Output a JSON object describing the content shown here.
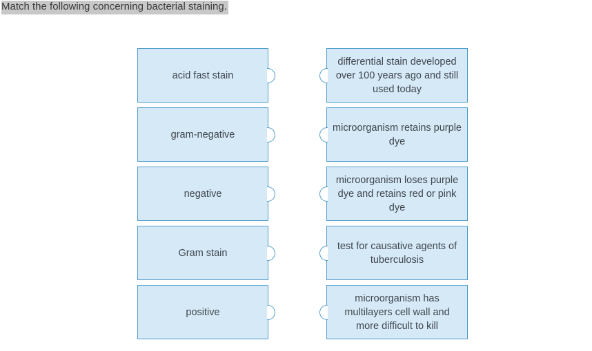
{
  "page": {
    "title": "Match the following concerning bacterial staining."
  },
  "colors": {
    "card_background": "#d5e9f7",
    "card_border": "#4f9bcb",
    "card_text": "#40464d",
    "title_highlight": "#c8c8c8",
    "notch_fill": "#ffffff"
  },
  "matching": {
    "left_items": [
      "acid fast stain",
      "gram-negative",
      "negative",
      "Gram stain",
      "positive"
    ],
    "right_items": [
      "differential stain developed over 100 years ago and still used today",
      "microorganism retains purple dye",
      "microorganism loses purple dye and retains red or pink dye",
      "test for causative agents of tuberculosis",
      "microorganism has multilayers cell wall and more difficult to kill"
    ]
  }
}
